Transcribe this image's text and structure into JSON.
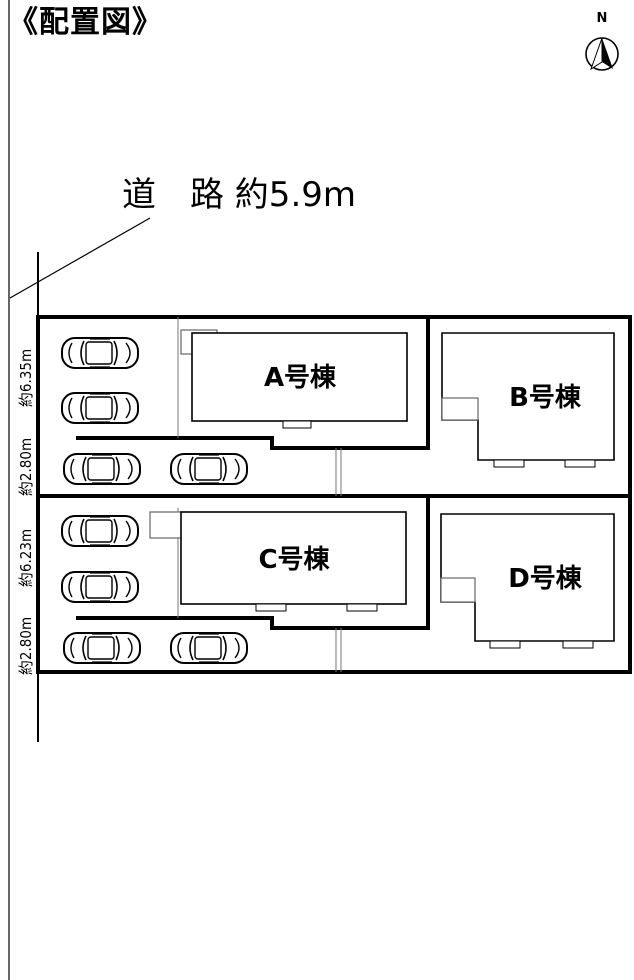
{
  "title": "《配置図》",
  "road_label": "道　路 約5.9m",
  "north": {
    "label": "N",
    "icon": "north-arrow-icon"
  },
  "buildings": [
    {
      "id": "A",
      "label": "A号棟"
    },
    {
      "id": "B",
      "label": "B号棟"
    },
    {
      "id": "C",
      "label": "C号棟"
    },
    {
      "id": "D",
      "label": "D号棟"
    }
  ],
  "dimensions": [
    {
      "label": "約6.35m"
    },
    {
      "label": "約2.80m"
    },
    {
      "label": "約6.23m"
    },
    {
      "label": "約2.80m"
    }
  ],
  "parking": {
    "car_count": 8,
    "icon": "car-icon"
  }
}
